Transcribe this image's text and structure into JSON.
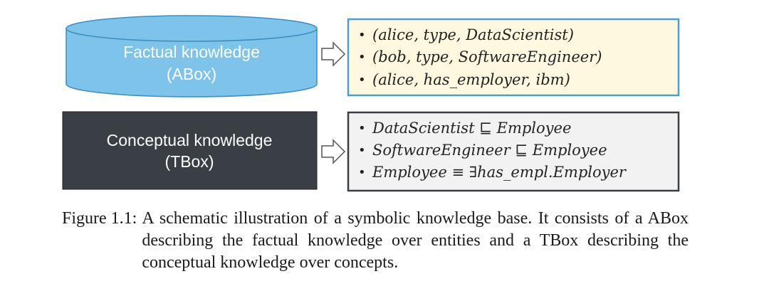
{
  "abox": {
    "label_line1": "Factual knowledge",
    "label_line2": "(ABox)",
    "fill_color": "#7dc3ea",
    "items": [
      "(alice, type, DataScientist)",
      "(bob, type, SoftwareEngineer)",
      "(alice, has_employer, ibm)"
    ],
    "panel_color": "#fff8e1",
    "panel_border": "#4a9fd0"
  },
  "tbox": {
    "label_line1": "Conceptual knowledge",
    "label_line2": "(TBox)",
    "fill_color": "#3a3f45",
    "items": [
      "DataScientist ⊑ Employee",
      "SoftwareEngineer ⊑ Employee",
      "Employee ≡ ∃has_empl.Employer"
    ],
    "panel_color": "#f2f2f2",
    "panel_border": "#3a3f45"
  },
  "caption": {
    "label": "Figure 1.1:",
    "text": "A schematic illustration of a symbolic knowledge base. It consists of a ABox describing the factual knowledge over entities and a TBox describing the conceptual knowledge over concepts."
  }
}
